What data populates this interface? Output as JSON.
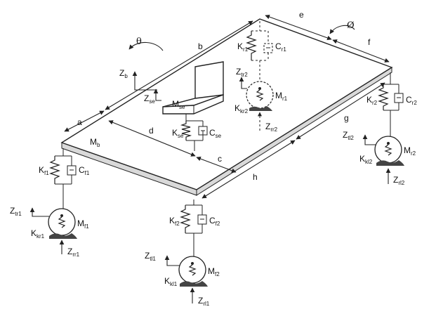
{
  "labels": {
    "theta": "θ",
    "phi": "Ø",
    "b": "b",
    "e": "e",
    "f": "f",
    "a": "a",
    "d": "d",
    "c": "c",
    "g": "g",
    "h": "h",
    "Zb": "Z",
    "Zb_sub": "b",
    "Mb": "M",
    "Mb_sub": "b",
    "Zse": "Z",
    "Zse_sub": "se",
    "Mse": "M",
    "Mse_sub": "se",
    "Kse": "K",
    "Kse_sub": "se",
    "Cse": "C",
    "Cse_sub": "se",
    "Kr1": "K",
    "Kr1_sub": "r1",
    "Cr1": "C",
    "Cr1_sub": "r1",
    "Ztr2": "Z",
    "Ztr2_sub": "tr2",
    "Mr1": "M",
    "Mr1_sub": "r1",
    "Kkr2": "K",
    "Kkr2_sub": "kr2",
    "Zrr2": "Z",
    "Zrr2_sub": "rr2",
    "Kr2": "K",
    "Kr2_sub": "r2",
    "Cr2": "C",
    "Cr2_sub": "r2",
    "Ztl2": "Z",
    "Ztl2_sub": "tl2",
    "Mr2": "M",
    "Mr2_sub": "r2",
    "Kkl2": "K",
    "Kkl2_sub": "kl2",
    "Zrl2": "Z",
    "Zrl2_sub": "rl2",
    "Kf1": "K",
    "Kf1_sub": "f1",
    "Cf1": "C",
    "Cf1_sub": "f1",
    "Ztr1": "Z",
    "Ztr1_sub": "tr1",
    "Mf1": "M",
    "Mf1_sub": "f1",
    "Kkr1": "K",
    "Kkr1_sub": "kr1",
    "Zrr1": "Z",
    "Zrr1_sub": "rr1",
    "Kf2": "K",
    "Kf2_sub": "f2",
    "Cf2": "C",
    "Cf2_sub": "f2",
    "Ztl1": "Z",
    "Ztl1_sub": "tl1",
    "Mf2": "M",
    "Mf2_sub": "f2",
    "Kkl1": "K",
    "Kkl1_sub": "kl1",
    "Zrl1": "Z",
    "Zrl1_sub": "rl1"
  }
}
